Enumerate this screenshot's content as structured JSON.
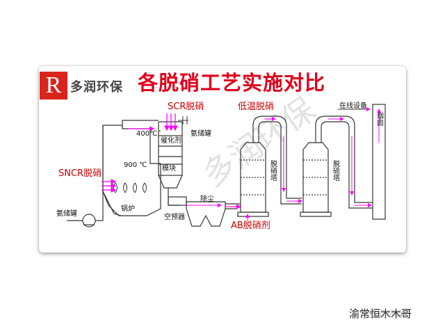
{
  "logo": {
    "letter": "R",
    "name": "多润环保"
  },
  "title": "各脱硝工艺实施对比",
  "labels": {
    "scr": "SCR脱硝",
    "low_temp": "低温脱硝",
    "sncr": "SNCR脱硝",
    "ab_agent": "AB脱硝剂",
    "temp_400": "400℃",
    "temp_900": "900 ℃",
    "catalyst": "催化剂",
    "module": "模块",
    "ammonia_tank_top": "氨储罐",
    "ammonia_tank_left": "氨储罐",
    "boiler": "锅炉",
    "preheater": "空预器",
    "dust": "除尘",
    "denox_tower": "脱硝塔",
    "desulf_tower": "脱硫塔",
    "online_device": "在线设备",
    "chimney": "烟囱"
  },
  "watermark": "多润环保",
  "footer": {
    "text": "渝常恒木木哥",
    "ghost": "多润环保"
  },
  "colors": {
    "accent_red": "#e0001b",
    "flow_arrow": "#ff00ff",
    "pipe": "#333333"
  }
}
